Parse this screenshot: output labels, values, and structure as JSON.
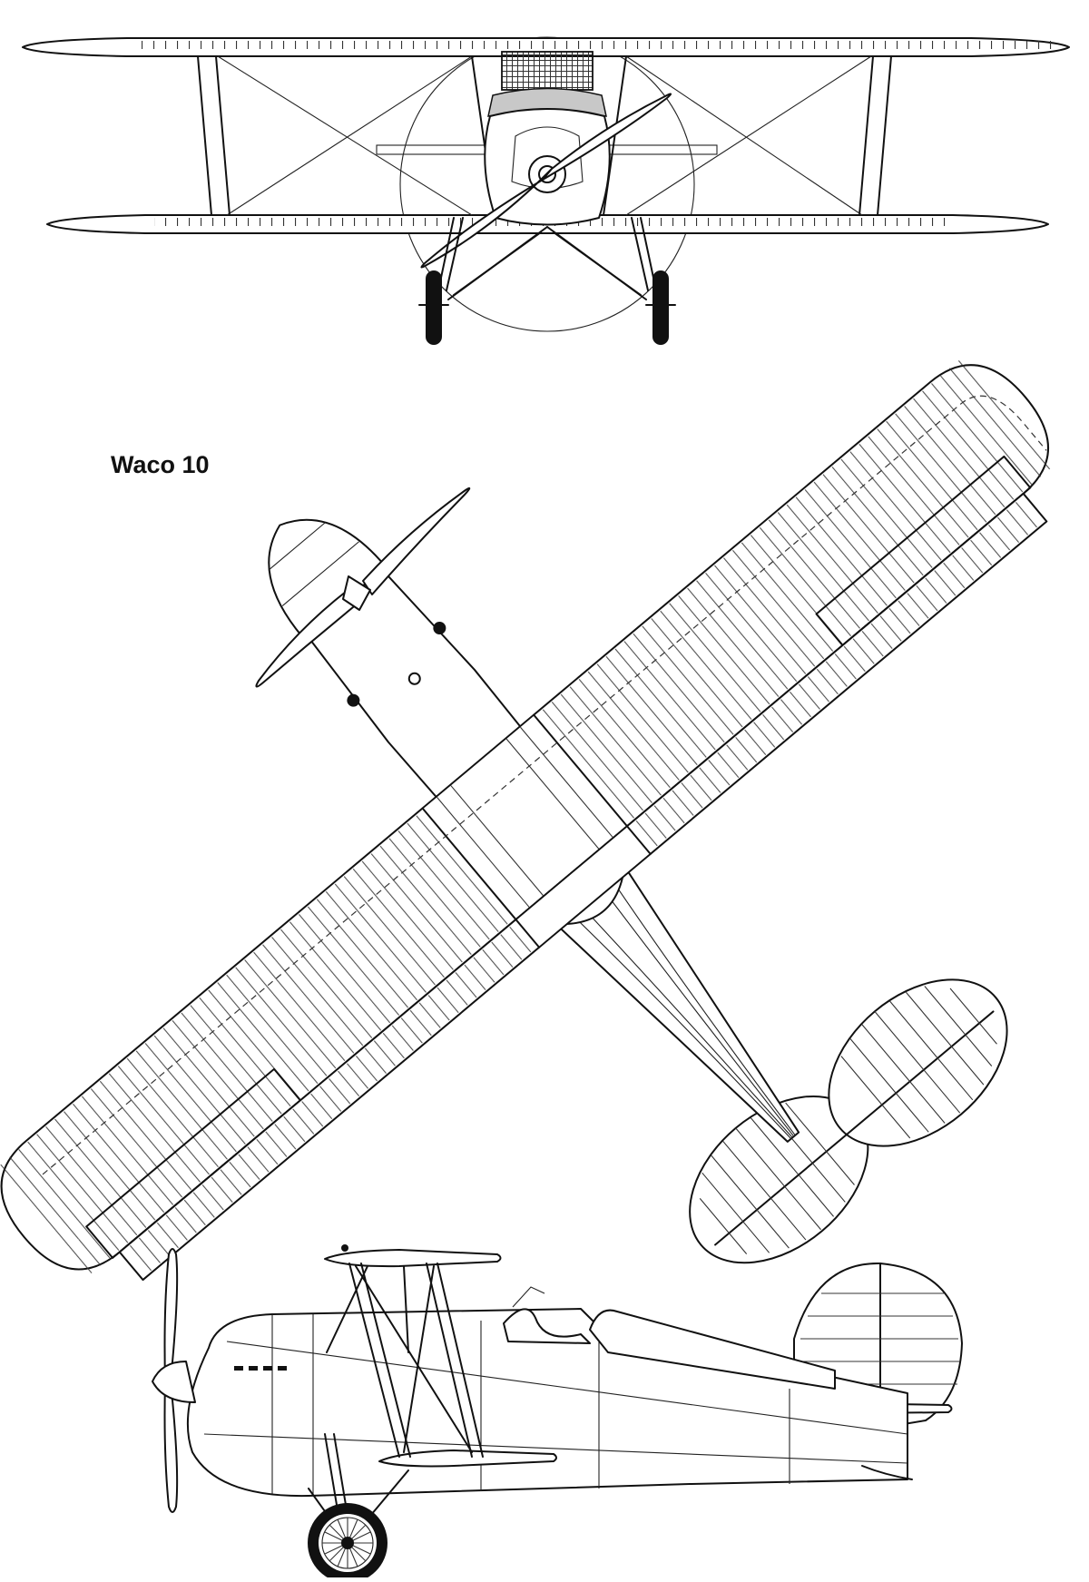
{
  "title": "Waco 10",
  "views": [
    "front",
    "top",
    "side"
  ],
  "colors": {
    "line": "#111111",
    "background": "#ffffff"
  }
}
